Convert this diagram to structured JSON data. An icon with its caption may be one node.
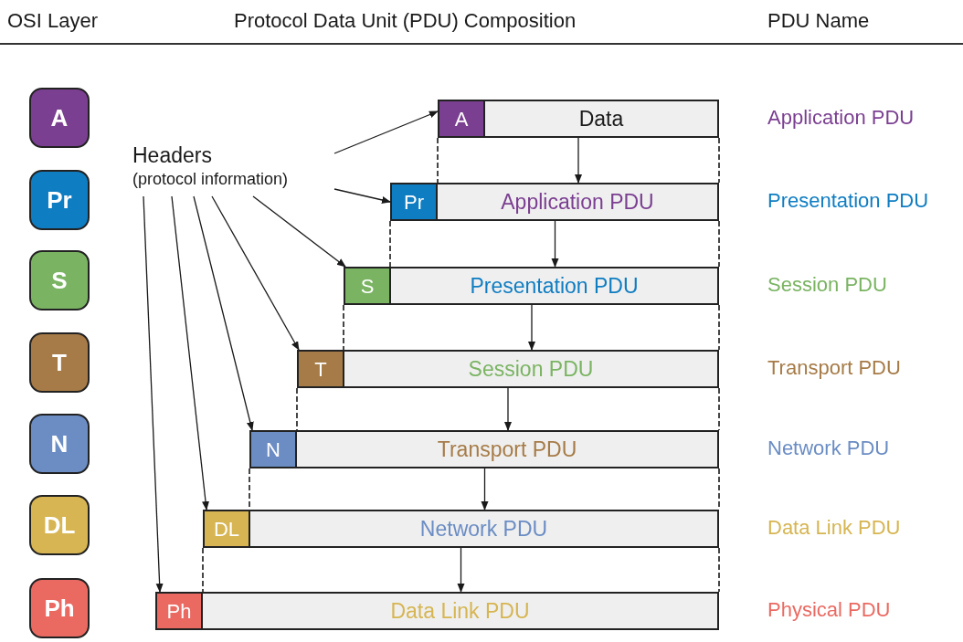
{
  "diagram": {
    "nodes": [
      {
        "text": [
          "A"
        ]
      },
      {
        "text": [
          "Pr"
        ]
      },
      {
        "text": [
          "S"
        ]
      },
      {
        "text": [
          "T"
        ]
      },
      {
        "text": [
          "N"
        ]
      },
      {
        "text": [
          "DL"
        ]
      },
      {
        "text": [
          "Ph"
        ]
      },
      {
        "text": [
          "Headers",
          "(protocol information)"
        ]
      },
      {
        "text": [
          "A"
        ]
      },
      {
        "text": [
          "Data"
        ]
      },
      {
        "text": [
          "Pr"
        ]
      },
      {
        "text": [
          "Application PDU"
        ]
      },
      {
        "text": [
          "S"
        ]
      },
      {
        "text": [
          "Presentation PDU"
        ]
      },
      {
        "text": [
          "T"
        ]
      },
      {
        "text": [
          "Session PDU"
        ]
      },
      {
        "text": [
          "N"
        ]
      },
      {
        "text": [
          "Transport PDU"
        ]
      },
      {
        "text": [
          "DL"
        ]
      },
      {
        "text": [
          "Network PDU"
        ]
      },
      {
        "text": [
          "Ph"
        ]
      },
      {
        "text": [
          "Data Link PDU"
        ]
      }
    ],
    "edges": [
      {
        "from": 7,
        "to": 8,
        "arrow": "to"
      },
      {
        "from": 7,
        "to": 10,
        "arrow": "to"
      },
      {
        "from": 7,
        "to": 12,
        "arrow": "to"
      },
      {
        "from": 7,
        "to": 14,
        "arrow": "to"
      },
      {
        "from": 7,
        "to": 16,
        "arrow": "to"
      },
      {
        "from": 7,
        "to": 18,
        "arrow": "to"
      },
      {
        "from": 7,
        "to": 20,
        "arrow": "to"
      },
      {
        "from": 9,
        "to": 11,
        "arrow": "to"
      },
      {
        "from": 11,
        "to": 13,
        "arrow": "to"
      },
      {
        "from": 13,
        "to": 15,
        "arrow": "to"
      },
      {
        "from": 15,
        "to": 17,
        "arrow": "to"
      },
      {
        "from": 17,
        "to": 19,
        "arrow": "to"
      },
      {
        "from": 19,
        "to": 21,
        "arrow": "to"
      },
      {
        "from": 8,
        "to": 11,
        "arrow": "none",
        "style": "dashed"
      },
      {
        "from": 10,
        "to": 13,
        "arrow": "none",
        "style": "dashed"
      },
      {
        "from": 12,
        "to": 15,
        "arrow": "none",
        "style": "dashed"
      },
      {
        "from": 14,
        "to": 17,
        "arrow": "none",
        "style": "dashed"
      },
      {
        "from": 16,
        "to": 19,
        "arrow": "none",
        "style": "dashed"
      },
      {
        "from": 18,
        "to": 21,
        "arrow": "none",
        "style": "dashed"
      },
      {
        "from": 9,
        "to": 11,
        "arrow": "none",
        "style": "dashed"
      },
      {
        "from": 11,
        "to": 13,
        "arrow": "none",
        "style": "dashed"
      },
      {
        "from": 13,
        "to": 15,
        "arrow": "none",
        "style": "dashed"
      },
      {
        "from": 15,
        "to": 17,
        "arrow": "none",
        "style": "dashed"
      },
      {
        "from": 17,
        "to": 19,
        "arrow": "none",
        "style": "dashed"
      },
      {
        "from": 19,
        "to": 21,
        "arrow": "none",
        "style": "dashed"
      }
    ],
    "labels": [
      "OSI Layer",
      "Protocol Data Unit (PDU) Composition",
      "PDU Name",
      "Application PDU",
      "Presentation PDU",
      "Session PDU",
      "Transport PDU",
      "Network PDU",
      "Data Link PDU",
      "Physical PDU"
    ]
  }
}
